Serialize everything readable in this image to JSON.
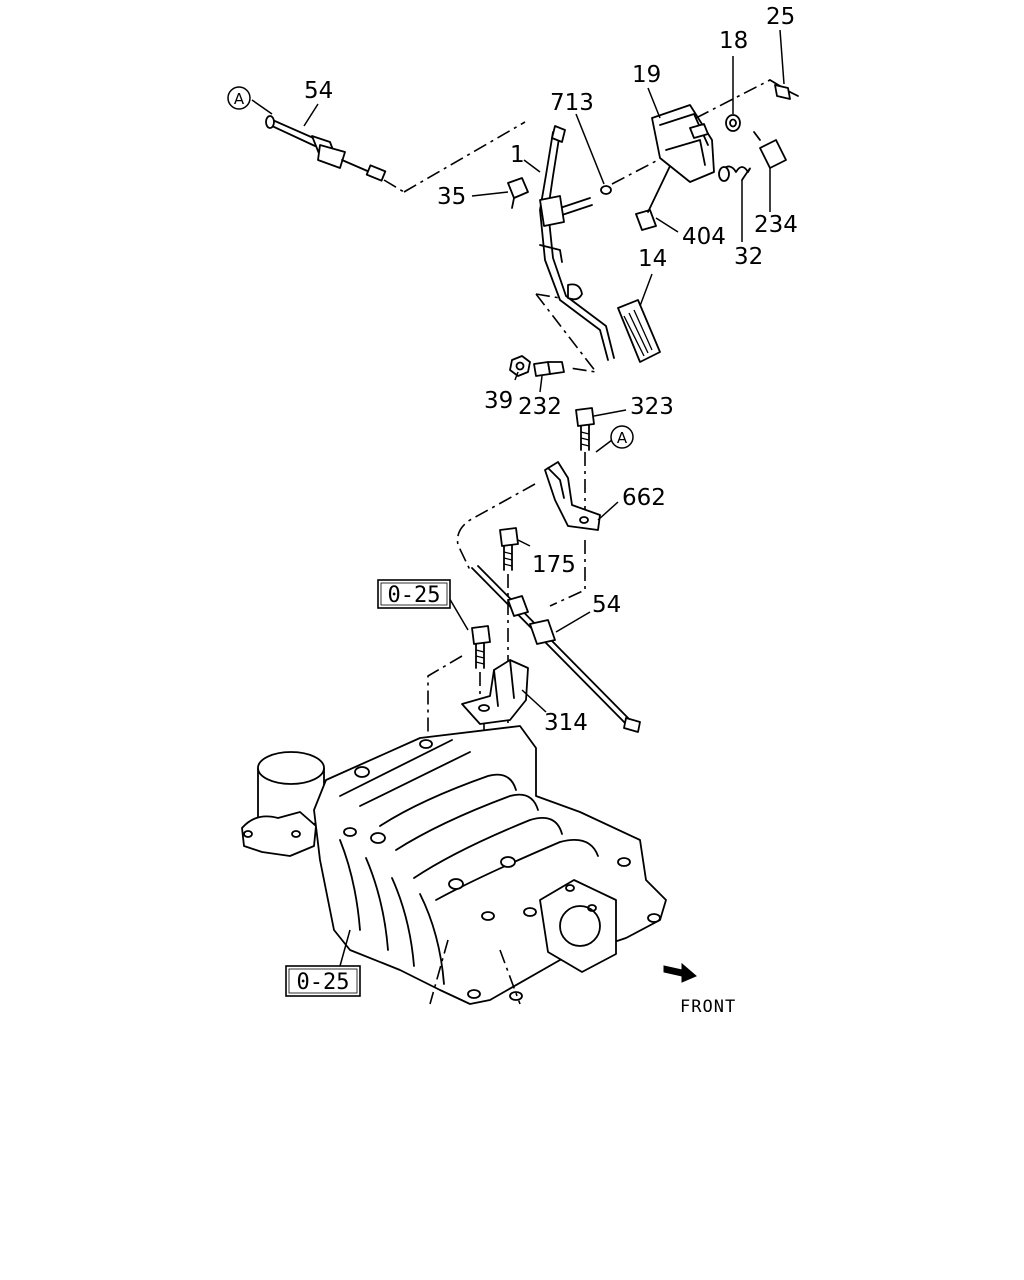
{
  "callouts": {
    "c54_top": "54",
    "c713": "713",
    "c1": "1",
    "c35": "35",
    "c19": "19",
    "c18": "18",
    "c25": "25",
    "c404": "404",
    "c32": "32",
    "c234": "234",
    "c14": "14",
    "c39": "39",
    "c232": "232",
    "c323": "323",
    "c662": "662",
    "c175": "175",
    "c54_mid": "54",
    "c314": "314"
  },
  "ref_markers": {
    "a_top": "A",
    "a_mid": "A"
  },
  "ref_boxes": {
    "upper": "0-25",
    "lower": "0-25"
  },
  "direction": {
    "label": "FRONT"
  }
}
